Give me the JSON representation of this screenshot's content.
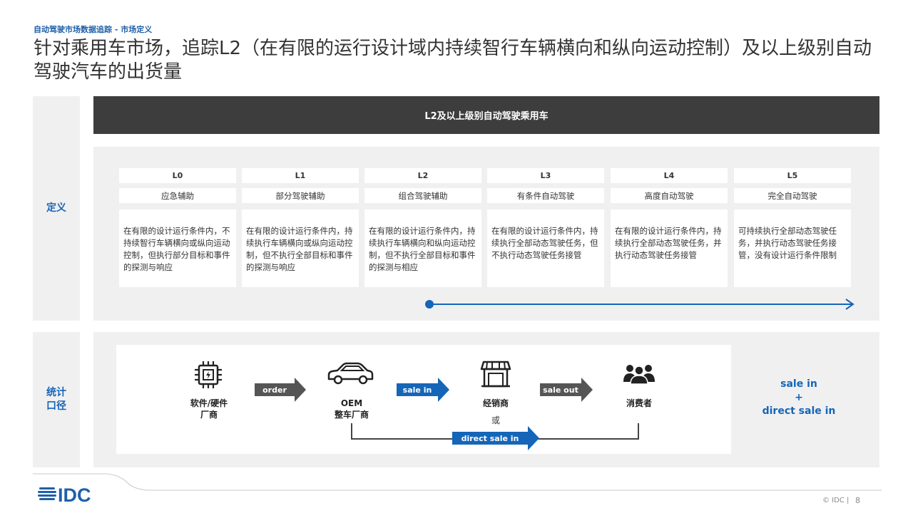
{
  "header": {
    "kicker": "自动驾驶市场数据追踪 - 市场定义",
    "title": "针对乘用车市场，追踪L2（在有限的运行设计域内持续智行车辆横向和纵向运动控制）及以上级别自动驾驶汽车的出货量"
  },
  "definition": {
    "side_label": "定义",
    "banner": "L2及以上级别自动驾驶乘用车",
    "levels": [
      {
        "level": "L0",
        "name": "应急辅助",
        "desc": "在有限的设计运行条件内，不持续智行车辆横向或纵向运动控制，但执行部分目标和事件的探测与响应"
      },
      {
        "level": "L1",
        "name": "部分驾驶辅助",
        "desc": "在有限的设计运行条件内，持续执行车辆横向或纵向运动控制，但不执行全部目标和事件的探测与响应"
      },
      {
        "level": "L2",
        "name": "组合驾驶辅助",
        "desc": "在有限的设计运行条件内，持续执行车辆横向和纵向运动控制，但不执行全部目标和事件的探测与相应"
      },
      {
        "level": "L3",
        "name": "有条件自动驾驶",
        "desc": "在有限的设计运行条件内，持续执行全部动态驾驶任务，但不执行动态驾驶任务接管"
      },
      {
        "level": "L4",
        "name": "高度自动驾驶",
        "desc": "在有限的设计运行条件内，持续执行全部动态驾驶任务，并执行动态驾驶任务接管"
      },
      {
        "level": "L5",
        "name": "完全自动驾驶",
        "desc": "可持续执行全部动态驾驶任务，并执行动态驾驶任务接管，没有设计运行条件限制"
      }
    ]
  },
  "statistics": {
    "side_label": "统计\n口径",
    "nodes": {
      "supplier": "软件/硬件\n厂商",
      "oem": "OEM\n整车厂商",
      "dealer": "经销商",
      "or": "或",
      "consumer": "消费者"
    },
    "arrows": {
      "order": "order",
      "sale_in": "sale in",
      "sale_out": "sale out",
      "direct_sale_in": "direct sale in"
    },
    "summary": {
      "line1": "sale in",
      "line2": "+",
      "line3": "direct sale in"
    }
  },
  "footer": {
    "logo": "IDC",
    "copyright": "© IDC |",
    "page": "8"
  },
  "colors": {
    "accent_blue": "#1565b8",
    "dark_gray": "#3d3d3d",
    "panel_gray": "#f0f0f0"
  }
}
